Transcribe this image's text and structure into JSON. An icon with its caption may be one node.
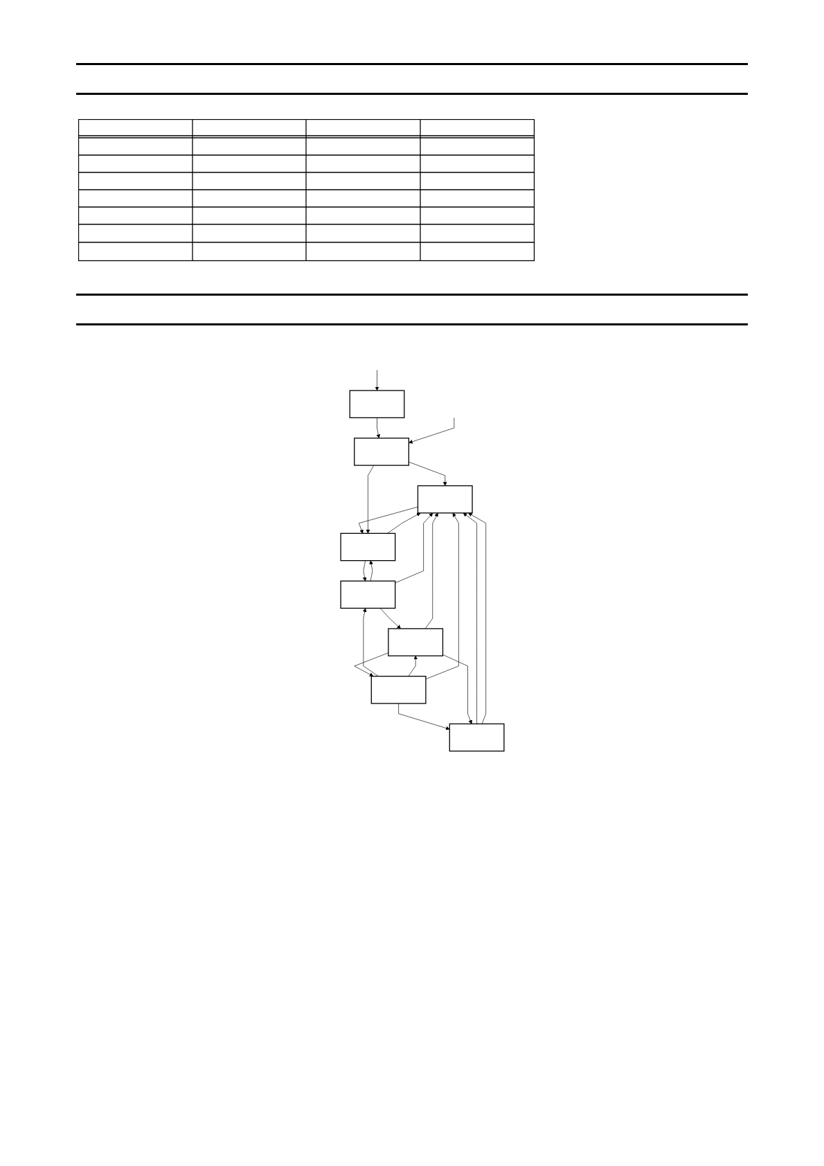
{
  "diagram": {
    "nodes": [
      {
        "text": [],
        "shape": "box"
      },
      {
        "text": [],
        "shape": "box"
      },
      {
        "text": [],
        "shape": "box"
      },
      {
        "text": [],
        "shape": "box"
      },
      {
        "text": [],
        "shape": "box"
      },
      {
        "text": [],
        "shape": "box"
      },
      {
        "text": [],
        "shape": "box"
      },
      {
        "text": [],
        "shape": "box"
      }
    ],
    "edges": [
      {
        "from": null,
        "to": 0,
        "arrow": "to"
      },
      {
        "from": 0,
        "to": 1,
        "arrow": "to"
      },
      {
        "from": null,
        "to": 1,
        "arrow": "to"
      },
      {
        "from": 1,
        "to": 2,
        "arrow": "to"
      },
      {
        "from": 2,
        "to": 3,
        "arrow": "to"
      },
      {
        "from": 1,
        "to": 3,
        "arrow": "to"
      },
      {
        "from": 3,
        "to": 2,
        "arrow": "to"
      },
      {
        "from": 3,
        "to": 4,
        "arrow": "to"
      },
      {
        "from": 4,
        "to": 3,
        "arrow": "to"
      },
      {
        "from": 4,
        "to": 2,
        "arrow": "to"
      },
      {
        "from": 6,
        "to": 4,
        "arrow": "to"
      },
      {
        "from": 4,
        "to": 7,
        "arrow": "to"
      },
      {
        "from": 6,
        "to": 7,
        "arrow": "to"
      },
      {
        "from": 5,
        "to": 2,
        "arrow": "to"
      },
      {
        "from": 5,
        "to": 2,
        "arrow": "to"
      },
      {
        "from": 6,
        "to": 5,
        "arrow": "to"
      },
      {
        "from": 6,
        "to": 2,
        "arrow": "to"
      },
      {
        "from": 7,
        "to": 6,
        "arrow": "to"
      },
      {
        "from": 7,
        "to": 5,
        "arrow": "to"
      },
      {
        "from": 7,
        "to": 2,
        "arrow": "to"
      }
    ]
  }
}
